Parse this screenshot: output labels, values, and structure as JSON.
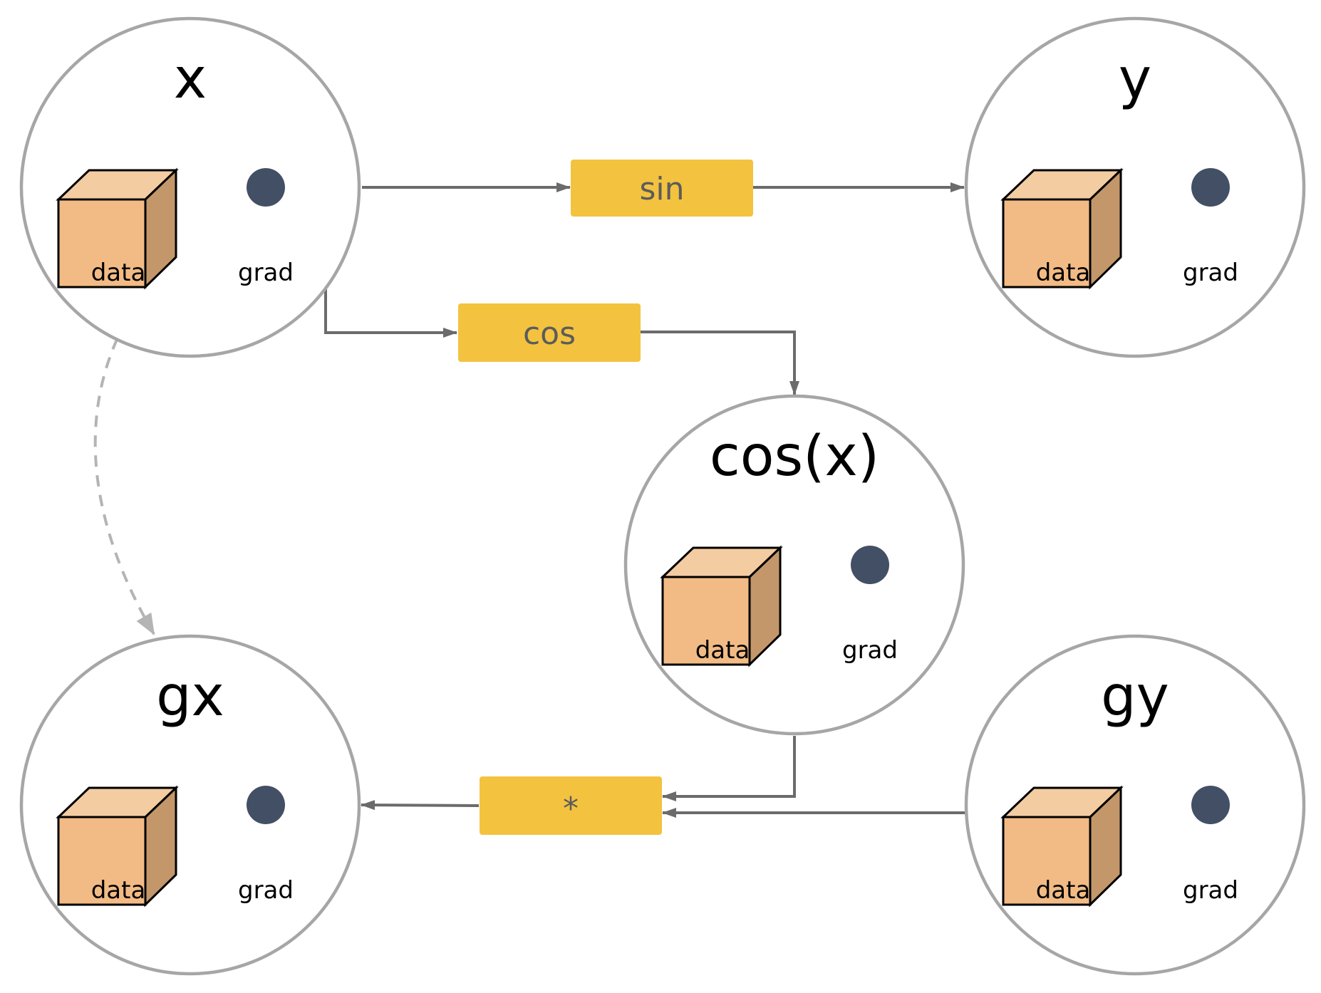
{
  "nodes": {
    "x": {
      "title": "x",
      "data_label": "data",
      "grad_label": "grad"
    },
    "y": {
      "title": "y",
      "data_label": "data",
      "grad_label": "grad"
    },
    "cosx": {
      "title": "cos(x)",
      "data_label": "data",
      "grad_label": "grad"
    },
    "gx": {
      "title": "gx",
      "data_label": "data",
      "grad_label": "grad"
    },
    "gy": {
      "title": "gy",
      "data_label": "data",
      "grad_label": "grad"
    }
  },
  "ops": {
    "sin": {
      "label": "sin"
    },
    "cos": {
      "label": "cos"
    },
    "mul": {
      "label": "*"
    }
  },
  "colors": {
    "circle_border": "#a6a6a6",
    "cube_front": "#f2bb85",
    "cube_top": "#f4cca2",
    "cube_side": "#c4976a",
    "grad_dot": "#434f64",
    "op_box": "#f3c23f",
    "op_text": "#5b5b5b",
    "arrow": "#6b6b6b",
    "dashed_arrow": "#b4b4b4"
  }
}
